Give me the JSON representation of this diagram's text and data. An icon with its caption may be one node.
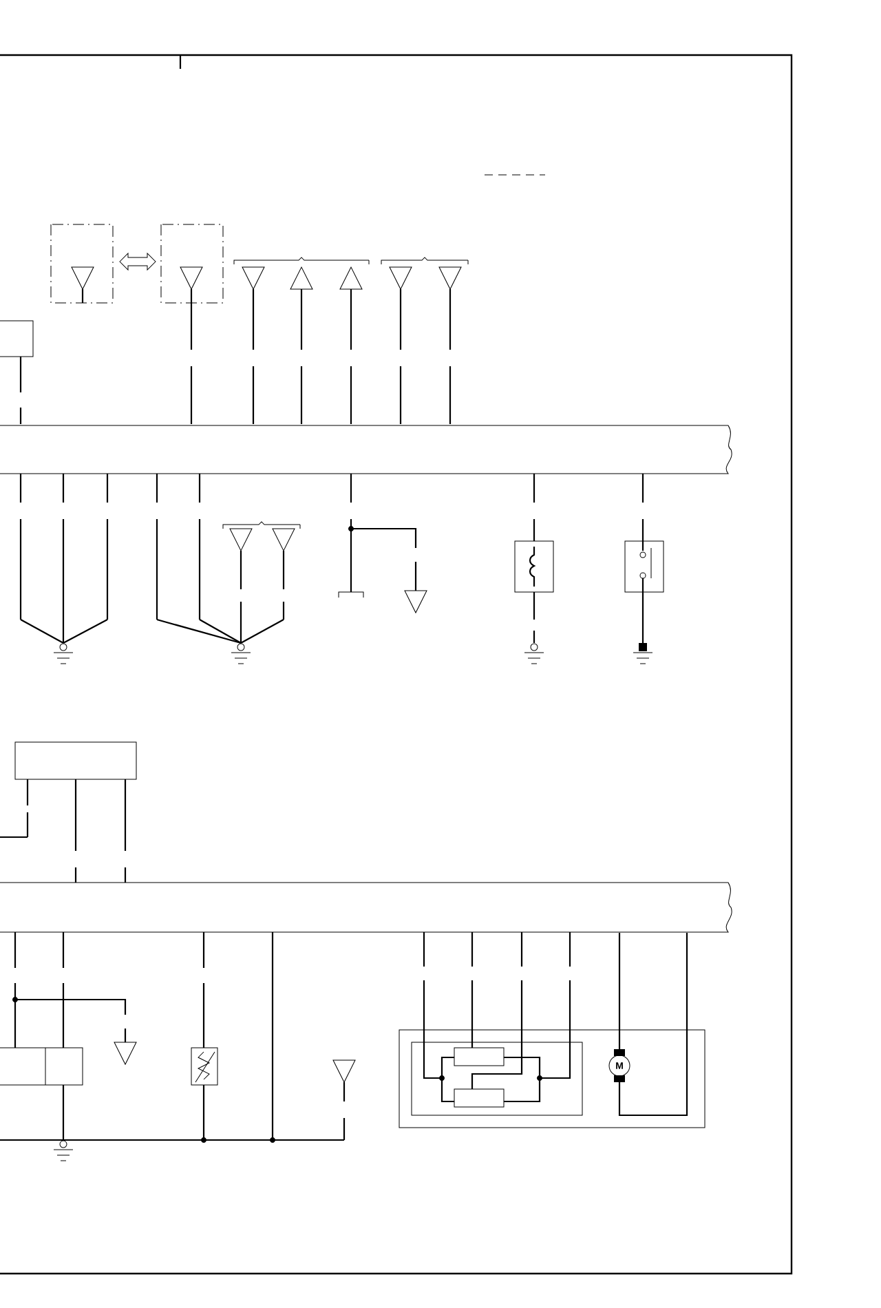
{
  "diagram": {
    "nodes": [
      {
        "text": [
          "M"
        ]
      },
      {
        "text": [],
        "shape": "bar"
      }
    ],
    "edges": [
      {
        "from": 1,
        "to": 0,
        "arrow": "none"
      },
      {
        "from": 0,
        "to": 1,
        "arrow": "none"
      }
    ]
  }
}
